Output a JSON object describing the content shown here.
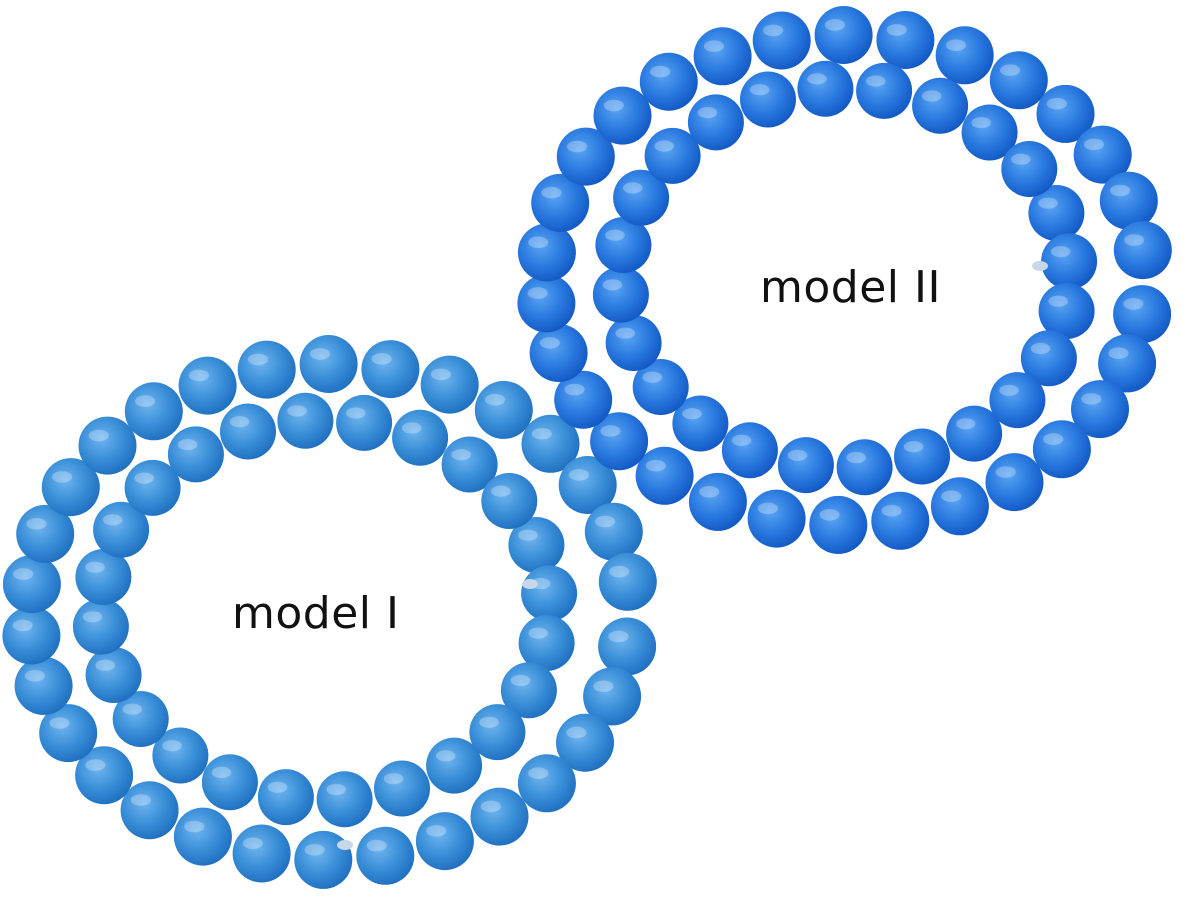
{
  "labels": {
    "model_1": "model I",
    "model_2": "model II"
  },
  "colors": {
    "background": "#ffffff",
    "model_1_bead": "#3a8fd8",
    "model_1_bead_dark": "#1f6fc0",
    "model_2_bead": "#2a7ae0",
    "model_2_bead_dark": "#1258c4",
    "thread": "#c9d6ea",
    "label_text": "#111111"
  },
  "necklaces": [
    {
      "name": "model-1-necklace",
      "strands": 2
    },
    {
      "name": "model-2-necklace",
      "strands": 2
    }
  ]
}
